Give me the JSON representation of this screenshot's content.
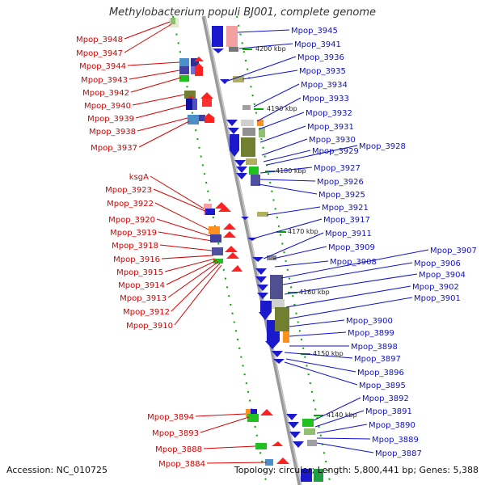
{
  "title": "Methylobacterium populi BJ001, complete genome",
  "footer": {
    "accession": "Accession: NC_010725",
    "topology": "Topology: circular; Length: 5,800,441 bp; Genes: 5,388"
  },
  "colors": {
    "left_labels": "#d50000",
    "right_labels": "#1010cc",
    "backbone": "#8a8a8a",
    "tick": "#00aa00"
  },
  "kbp_ticks": [
    "4200 kbp",
    "4190 kbp",
    "4180 kbp",
    "4170 kbp",
    "4160 kbp",
    "4150 kbp",
    "4140 kbp"
  ],
  "left_labels": [
    "Mpop_3948",
    "Mpop_3947",
    "Mpop_3944",
    "Mpop_3943",
    "Mpop_3942",
    "Mpop_3940",
    "Mpop_3939",
    "Mpop_3938",
    "Mpop_3937",
    "ksgA",
    "Mpop_3923",
    "Mpop_3922",
    "Mpop_3920",
    "Mpop_3919",
    "Mpop_3918",
    "Mpop_3916",
    "Mpop_3915",
    "Mpop_3914",
    "Mpop_3913",
    "Mpop_3912",
    "Mpop_3910",
    "Mpop_3894",
    "Mpop_3893",
    "Mpop_3888",
    "Mpop_3884"
  ],
  "right_labels": [
    "Mpop_3945",
    "Mpop_3941",
    "Mpop_3936",
    "Mpop_3935",
    "Mpop_3934",
    "Mpop_3933",
    "Mpop_3932",
    "Mpop_3931",
    "Mpop_3930",
    "Mpop_3929",
    "Mpop_3928",
    "Mpop_3927",
    "Mpop_3926",
    "Mpop_3925",
    "Mpop_3921",
    "Mpop_3917",
    "Mpop_3911",
    "Mpop_3909",
    "Mpop_3908",
    "Mpop_3907",
    "Mpop_3906",
    "Mpop_3904",
    "Mpop_3902",
    "Mpop_3901",
    "Mpop_3900",
    "Mpop_3899",
    "Mpop_3898",
    "Mpop_3897",
    "Mpop_3896",
    "Mpop_3895",
    "Mpop_3892",
    "Mpop_3891",
    "Mpop_3890",
    "Mpop_3889",
    "Mpop_3887"
  ]
}
